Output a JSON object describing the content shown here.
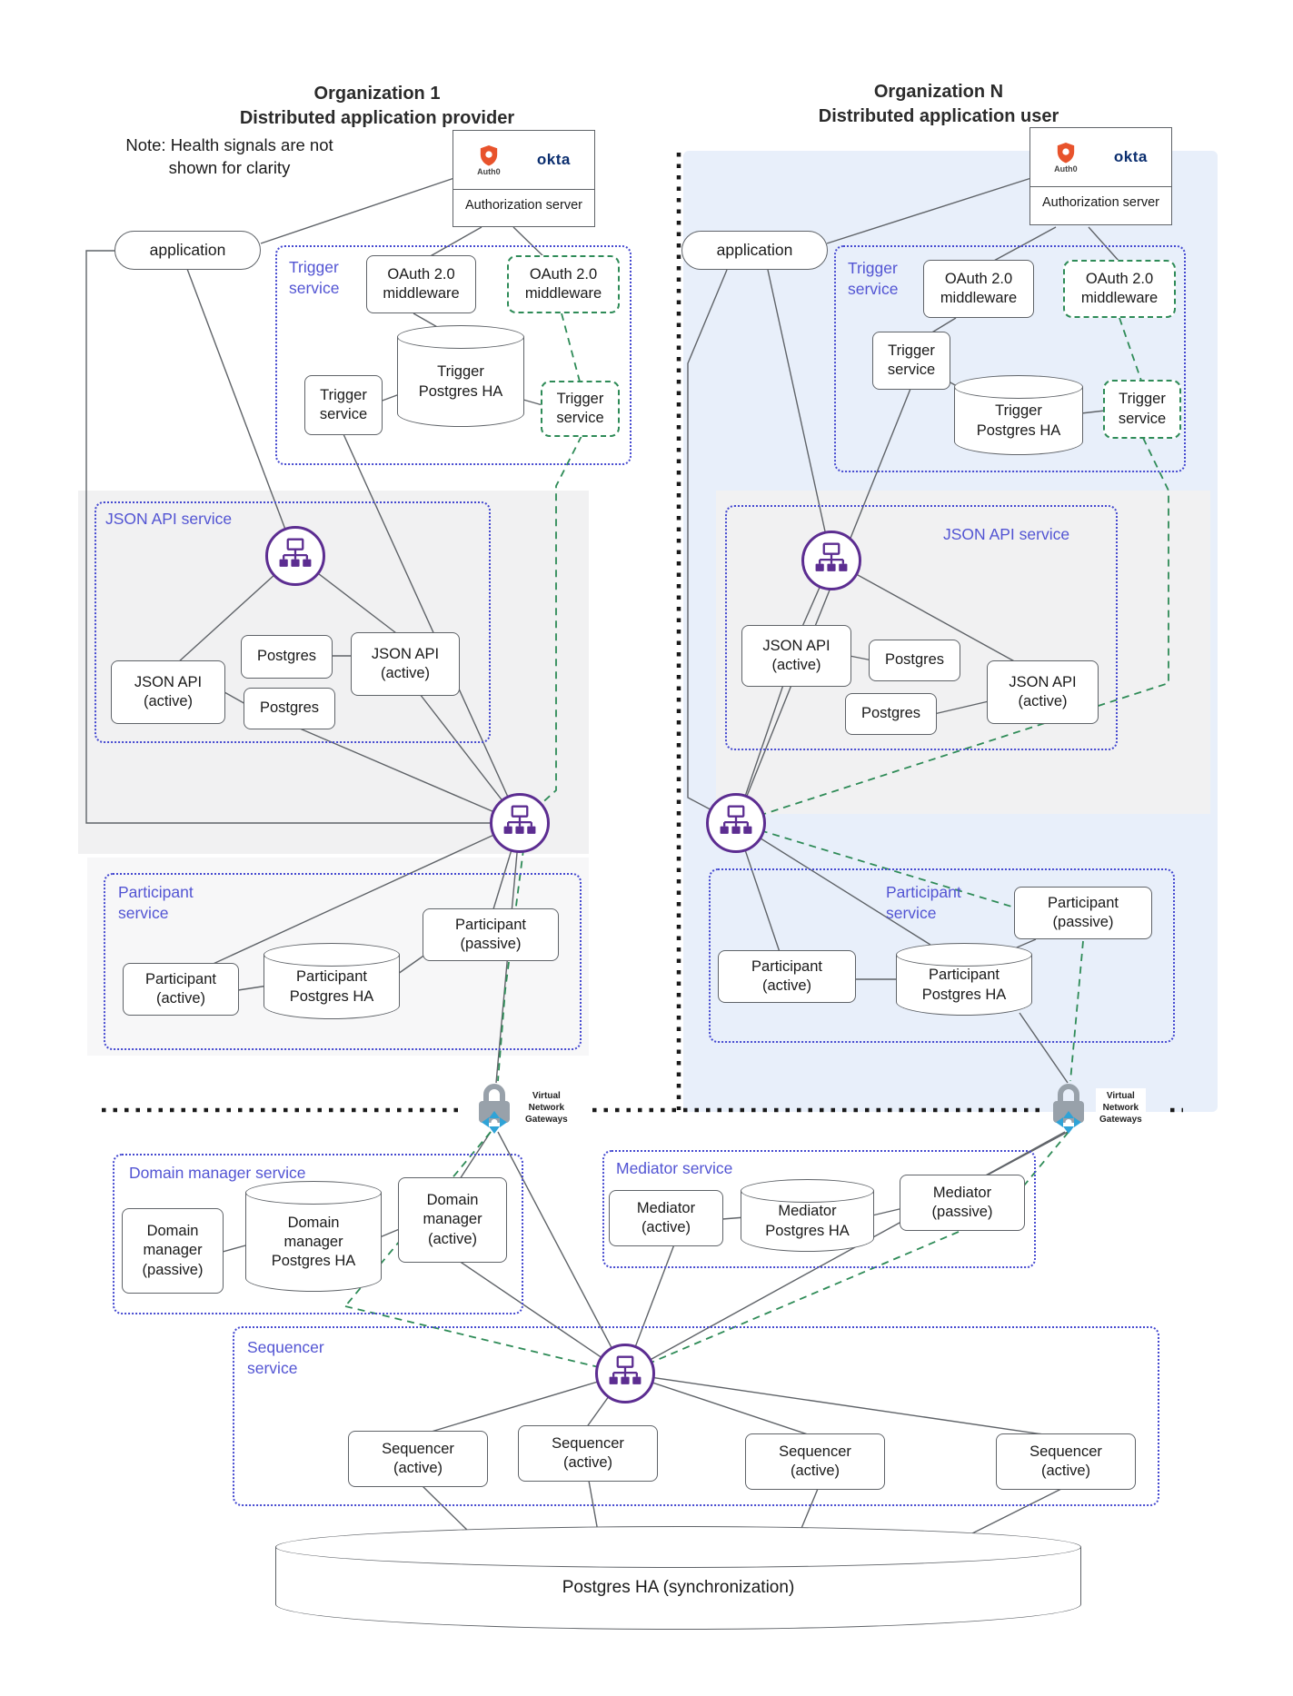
{
  "org1": {
    "title": "Organization 1",
    "subtitle": "Distributed application provider",
    "note": "Note: Health signals are not\nshown for clarity",
    "application": "application",
    "auth": {
      "auth0": "Auth0",
      "okta": "okta",
      "label": "Authorization server"
    },
    "trigger": {
      "label": "Trigger\nservice",
      "oauth_solid": "OAuth 2.0\nmiddleware",
      "oauth_dashed": "OAuth 2.0\nmiddleware",
      "postgres": "Trigger\nPostgres HA",
      "svc_solid": "Trigger\nservice",
      "svc_dashed": "Trigger\nservice"
    },
    "json_api": {
      "label": "JSON API service",
      "active_left": "JSON API\n(active)",
      "active_right": "JSON API\n(active)",
      "pg_top": "Postgres",
      "pg_bottom": "Postgres"
    },
    "participant": {
      "label": "Participant\nservice",
      "passive": "Participant\n(passive)",
      "active": "Participant\n(active)",
      "postgres": "Participant\nPostgres HA"
    },
    "vng": "Virtual\nNetwork\nGateways"
  },
  "orgN": {
    "title": "Organization N",
    "subtitle": "Distributed application user",
    "application": "application",
    "auth": {
      "auth0": "Auth0",
      "okta": "okta",
      "label": "Authorization server"
    },
    "trigger": {
      "label": "Trigger\nservice",
      "oauth_solid": "OAuth 2.0\nmiddleware",
      "oauth_dashed": "OAuth 2.0\nmiddleware",
      "postgres": "Trigger\nPostgres HA",
      "svc_solid": "Trigger\nservice",
      "svc_dashed": "Trigger\nservice"
    },
    "json_api": {
      "label": "JSON API service",
      "active_left": "JSON API\n(active)",
      "active_right": "JSON API\n(active)",
      "pg_top": "Postgres",
      "pg_bottom": "Postgres"
    },
    "participant": {
      "label": "Participant\nservice",
      "passive": "Participant\n(passive)",
      "active": "Participant\n(active)",
      "postgres": "Participant\nPostgres HA"
    },
    "vng": "Virtual\nNetwork\nGateways"
  },
  "bottom": {
    "domain_manager": {
      "label": "Domain manager service",
      "passive": "Domain\nmanager\n(passive)",
      "postgres": "Domain\nmanager\nPostgres HA",
      "active": "Domain\nmanager\n(active)"
    },
    "mediator": {
      "label": "Mediator service",
      "active": "Mediator\n(active)",
      "postgres": "Mediator\nPostgres HA",
      "passive": "Mediator\n(passive)"
    },
    "sequencer": {
      "label": "Sequencer\nservice",
      "nodes": [
        "Sequencer\n(active)",
        "Sequencer\n(active)",
        "Sequencer\n(active)",
        "Sequencer\n(active)"
      ]
    },
    "postgres_sync": "Postgres HA (synchronization)"
  },
  "colors": {
    "service_label": "#5254d3",
    "region_dotted": "#4549d0",
    "green_dashed": "#2e8b57",
    "load_balancer_purple": "#5c2d91",
    "orgN_background": "#e8effa",
    "gray_background": "#f1f1f2",
    "auth0_brand": "#e8532c",
    "okta_brand": "#0b2e6f",
    "vng_teal": "#2fa3d7"
  }
}
